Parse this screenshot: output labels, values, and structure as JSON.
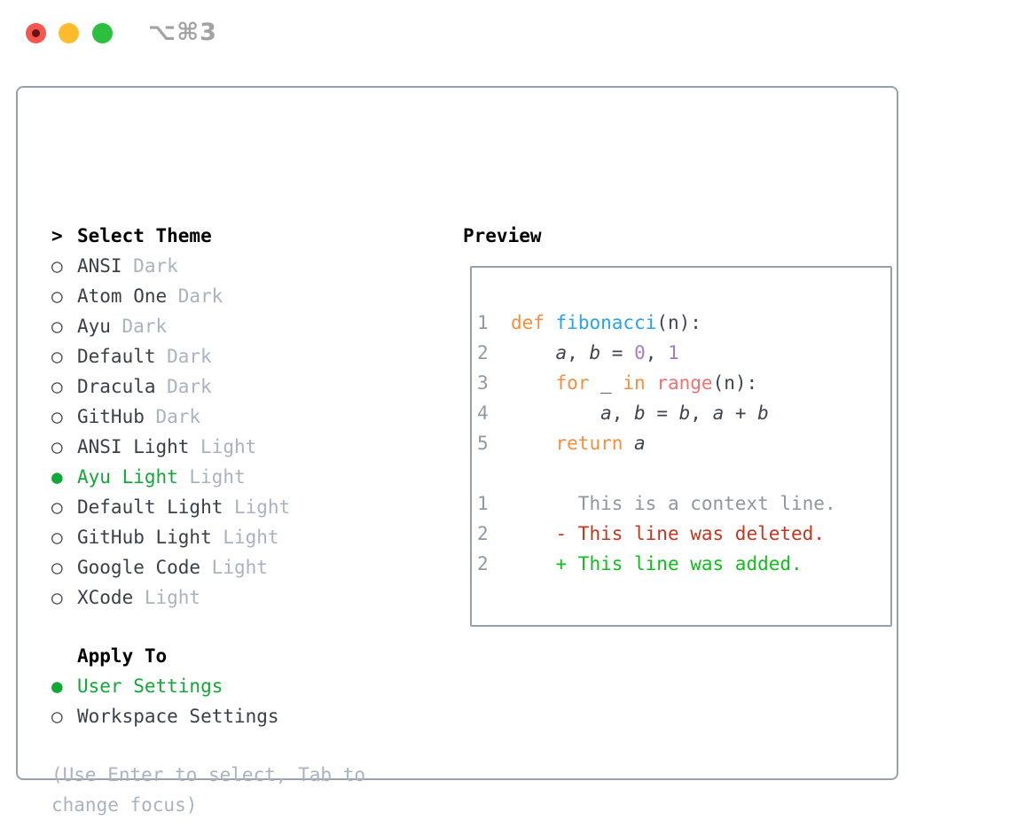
{
  "titlebar": {
    "shortcut": "⌥⌘3",
    "buttons": [
      "close",
      "minimize",
      "zoom"
    ]
  },
  "ui_colors": {
    "background": "#ffffff",
    "border": "#98a1ab",
    "text": "#3a4049",
    "heading": "#000000",
    "muted": "#a9b3bf",
    "selected": "#12a838",
    "titlebar_text": "#a2a2a2",
    "light_red": "#f4574e",
    "light_yellow": "#fdbc2e",
    "light_green": "#2dbf3e"
  },
  "syntax_colors": {
    "ln": "#8f99a4",
    "d": "#3e4450",
    "k": "#f98d3e",
    "f": "#29a3ef",
    "n": "#a37acc",
    "r": "#f07171",
    "v": "#3e4450",
    "ctx": "#8f969e",
    "del": "#c5361f",
    "add": "#0fbf1c"
  },
  "theme_panel": {
    "header": {
      "marker": ">",
      "label": "Select Theme"
    },
    "items": [
      {
        "name": "ANSI",
        "suffix": "Dark",
        "selected": false
      },
      {
        "name": "Atom One",
        "suffix": "Dark",
        "selected": false
      },
      {
        "name": "Ayu",
        "suffix": "Dark",
        "selected": false
      },
      {
        "name": "Default",
        "suffix": "Dark",
        "selected": false
      },
      {
        "name": "Dracula",
        "suffix": "Dark",
        "selected": false
      },
      {
        "name": "GitHub",
        "suffix": "Dark",
        "selected": false
      },
      {
        "name": "ANSI Light",
        "suffix": "Light",
        "selected": false
      },
      {
        "name": "Ayu Light",
        "suffix": "Light",
        "selected": true
      },
      {
        "name": "Default Light",
        "suffix": "Light",
        "selected": false
      },
      {
        "name": "GitHub Light",
        "suffix": "Light",
        "selected": false
      },
      {
        "name": "Google Code",
        "suffix": "Light",
        "selected": false
      },
      {
        "name": "XCode",
        "suffix": "Light",
        "selected": false
      }
    ],
    "unselected_marker": "○",
    "selected_marker": "●"
  },
  "apply_to": {
    "header": "Apply To",
    "items": [
      {
        "name": "User Settings",
        "selected": true
      },
      {
        "name": "Workspace Settings",
        "selected": false
      }
    ]
  },
  "preview": {
    "title": "Preview",
    "code_lines": [
      [
        [
          "1  ",
          "ln"
        ],
        [
          "def",
          "k"
        ],
        [
          " ",
          "d"
        ],
        [
          "fibonacci",
          "f"
        ],
        [
          "(n):",
          "d"
        ]
      ],
      [
        [
          "2      ",
          "ln"
        ],
        [
          "a",
          "v"
        ],
        [
          ", ",
          "d"
        ],
        [
          "b",
          "v"
        ],
        [
          " = ",
          "d"
        ],
        [
          "0",
          "n"
        ],
        [
          ", ",
          "d"
        ],
        [
          "1",
          "n"
        ]
      ],
      [
        [
          "3      ",
          "ln"
        ],
        [
          "for",
          "k"
        ],
        [
          " _ ",
          "d"
        ],
        [
          "in",
          "k"
        ],
        [
          " ",
          "d"
        ],
        [
          "range",
          "r"
        ],
        [
          "(n):",
          "d"
        ]
      ],
      [
        [
          "4          ",
          "ln"
        ],
        [
          "a",
          "v"
        ],
        [
          ", ",
          "d"
        ],
        [
          "b",
          "v"
        ],
        [
          " = ",
          "d"
        ],
        [
          "b",
          "v"
        ],
        [
          ", ",
          "d"
        ],
        [
          "a",
          "v"
        ],
        [
          " + ",
          "d"
        ],
        [
          "b",
          "v"
        ]
      ],
      [
        [
          "5      ",
          "ln"
        ],
        [
          "return",
          "k"
        ],
        [
          " ",
          "d"
        ],
        [
          "a",
          "v"
        ]
      ],
      [],
      [
        [
          "1        ",
          "ln"
        ],
        [
          "This is a context line.",
          "ctx"
        ]
      ],
      [
        [
          "2      ",
          "ln"
        ],
        [
          "- This line was deleted.",
          "del"
        ]
      ],
      [
        [
          "2      ",
          "ln"
        ],
        [
          "+ This line was added.",
          "add"
        ]
      ]
    ]
  },
  "hint": "(Use Enter to select, Tab to change focus)"
}
